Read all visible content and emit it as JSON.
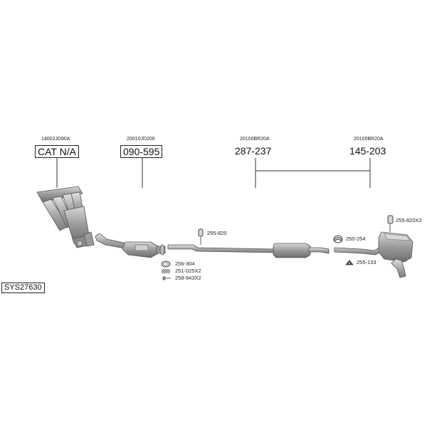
{
  "title": "",
  "parts": [
    {
      "oem": "14002JD90A",
      "label": "CAT N/A"
    },
    {
      "oem": "20010JD200",
      "label": "090-595"
    },
    {
      "oem": "20100BR20A",
      "label": "287-237"
    },
    {
      "oem": "20100BR20A",
      "label": "145-203"
    }
  ],
  "accessories": {
    "clamp_mid": "255-820",
    "gasket": "256-304",
    "spring": "251-025X2",
    "bolt": "258-943X2",
    "clamp_rear": "250-254",
    "rubber_mount": "255-133",
    "hanger_rear": "255-820X2"
  },
  "system_code": "SYS27630",
  "colors": {
    "metal_light": "#c9c9c9",
    "metal_mid": "#a3a3a3",
    "metal_dark": "#7a7a7a",
    "line": "#333333"
  }
}
